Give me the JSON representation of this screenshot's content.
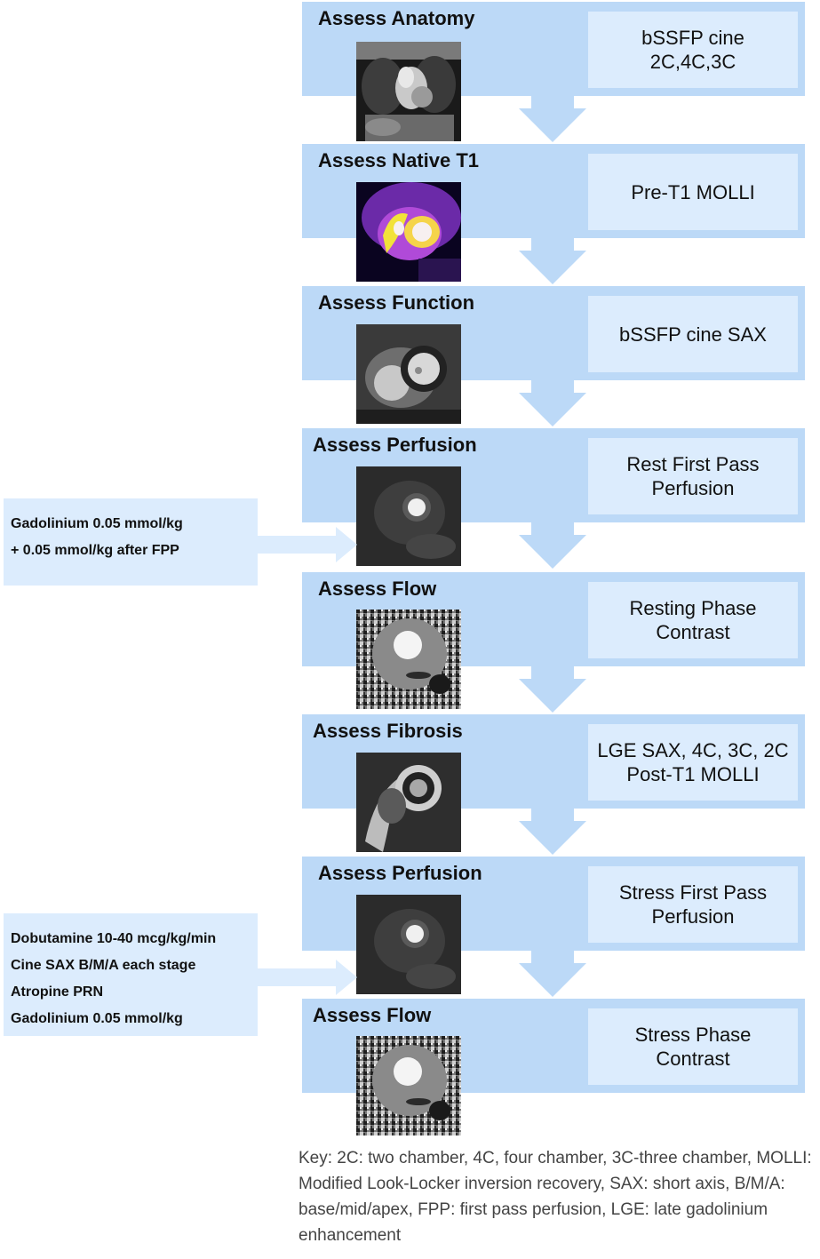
{
  "stages": [
    {
      "title": "Assess Anatomy",
      "protocol": "bSSFP cine\n2C,4C,3C",
      "image": "mri-coronal-anatomy"
    },
    {
      "title": "Assess Native T1",
      "protocol": "Pre-T1 MOLLI",
      "image": "t1-map-color"
    },
    {
      "title": "Assess Function",
      "protocol": "bSSFP cine SAX",
      "image": "mri-short-axis-cine"
    },
    {
      "title": "Assess Perfusion",
      "protocol": "Rest First Pass\nPerfusion",
      "image": "mri-perfusion-rest"
    },
    {
      "title": "Assess Flow",
      "protocol": "Resting Phase\nContrast",
      "image": "phase-contrast-rest"
    },
    {
      "title": "Assess Fibrosis",
      "protocol": "LGE SAX, 4C, 3C, 2C\nPost-T1 MOLLI",
      "image": "mri-lge"
    },
    {
      "title": "Assess Perfusion",
      "protocol": "Stress First Pass\nPerfusion",
      "image": "mri-perfusion-stress"
    },
    {
      "title": "Assess Flow",
      "protocol": "Stress Phase\nContrast",
      "image": "phase-contrast-stress"
    }
  ],
  "side_notes": {
    "rest": {
      "lines": [
        "Gadolinium 0.05 mmol/kg",
        "+ 0.05 mmol/kg after FPP"
      ]
    },
    "stress": {
      "lines": [
        "Dobutamine 10-40 mcg/kg/min",
        "Cine SAX B/M/A each stage",
        "Atropine PRN",
        "Gadolinium 0.05 mmol/kg"
      ]
    }
  },
  "legend": {
    "text": "Key: 2C: two chamber, 4C, four chamber, 3C-three chamber, MOLLI: Modified Look-Locker inversion recovery, SAX: short axis, B/M/A: base/mid/apex, FPP: first pass perfusion, LGE: late gadolinium enhancement"
  },
  "colors": {
    "stage_fill": "#bcd9f7",
    "protocol_fill": "#dcecfd",
    "note_fill": "#dcecfd",
    "legend_text": "#444444"
  }
}
